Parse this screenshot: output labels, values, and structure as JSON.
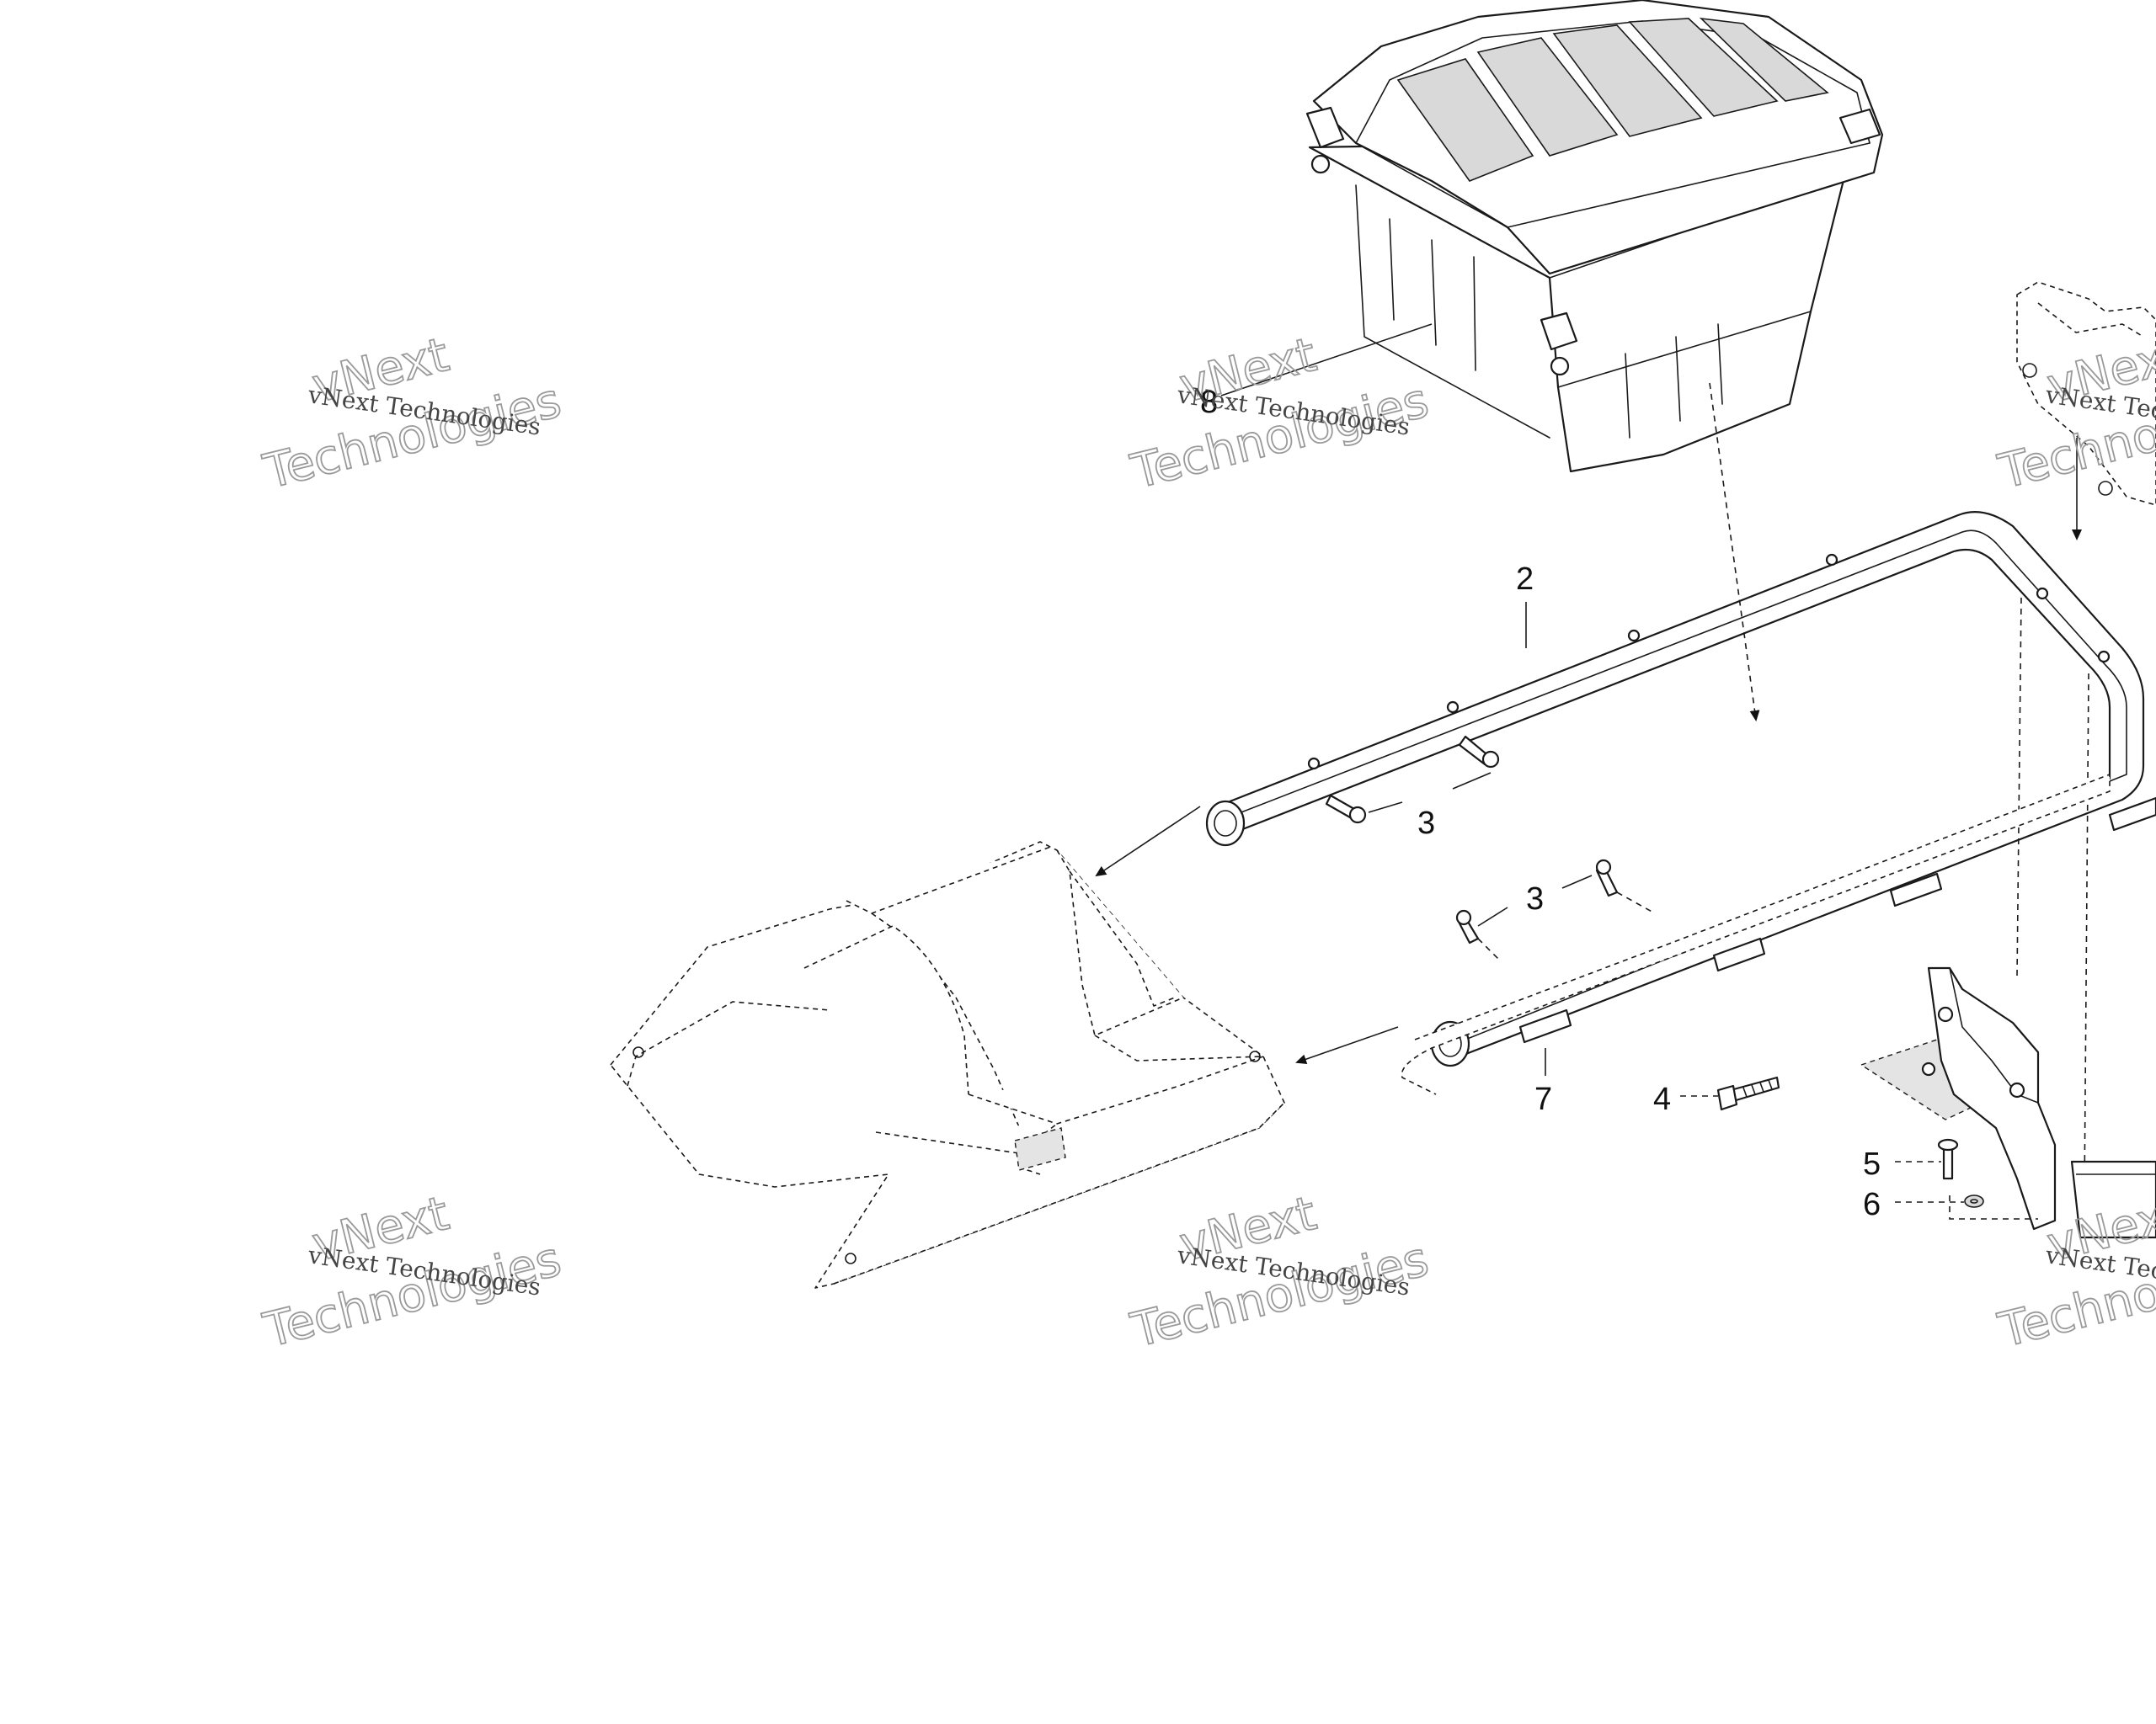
{
  "watermark": {
    "line1": "vNext",
    "line2": "Technologies",
    "caption": "vNext Technologies"
  },
  "callouts": {
    "tail_rail": "2",
    "fasteners_upper": "3",
    "fasteners_lower": "3",
    "bolt": "4",
    "screw": "5",
    "washer": "6",
    "spacers": "7",
    "cargo_box": "8"
  }
}
